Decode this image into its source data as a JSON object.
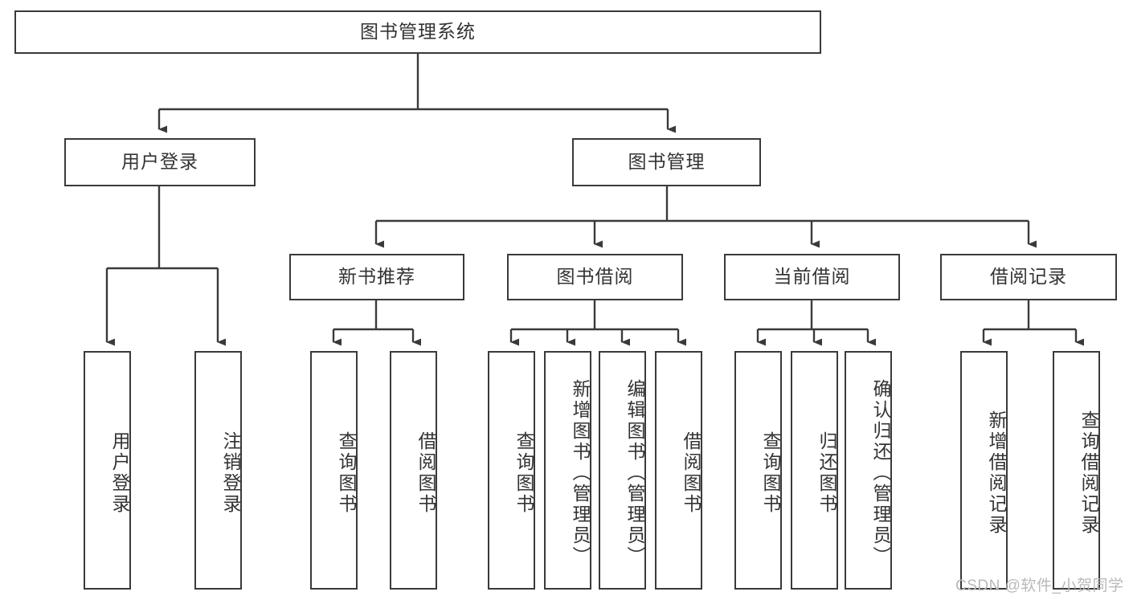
{
  "diagram": {
    "title": "图书管理系统",
    "type": "tree-hierarchy",
    "root": {
      "label": "图书管理系统"
    },
    "level1": [
      {
        "label": "用户登录"
      },
      {
        "label": "图书管理"
      }
    ],
    "level2": [
      {
        "label": "新书推荐"
      },
      {
        "label": "图书借阅"
      },
      {
        "label": "当前借阅"
      },
      {
        "label": "借阅记录"
      }
    ],
    "leaves_user_login": [
      {
        "label": "用户登录"
      },
      {
        "label": "注销登录"
      }
    ],
    "leaves_new_book": [
      {
        "label": "查询图书"
      },
      {
        "label": "借阅图书"
      }
    ],
    "leaves_borrow": [
      {
        "label": "查询图书"
      },
      {
        "label": "新增图书（管理员）"
      },
      {
        "label": "编辑图书（管理员）"
      },
      {
        "label": "借阅图书"
      }
    ],
    "leaves_current": [
      {
        "label": "查询图书"
      },
      {
        "label": "归还图书"
      },
      {
        "label": "确认归还（管理员）"
      }
    ],
    "leaves_record": [
      {
        "label": "新增借阅记录"
      },
      {
        "label": "查询借阅记录"
      }
    ]
  },
  "watermark": {
    "text": "CSDN @软件_小贺同学"
  },
  "colors": {
    "stroke": "#3a3a3a",
    "text": "#333333",
    "background": "#ffffff",
    "watermark": "#b9b9b9"
  }
}
